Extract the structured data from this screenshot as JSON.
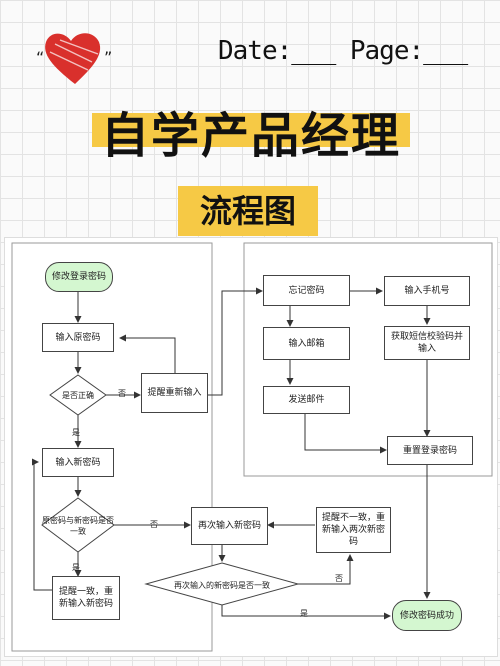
{
  "header": {
    "date_page": "Date:___ Page:___",
    "title": "自学产品经理",
    "subtitle": "流程图",
    "heart_quote_left": "“",
    "heart_quote_right": "”"
  },
  "flow": {
    "start": "修改登录密码",
    "input_old": "输入原密码",
    "is_correct": "是否正确",
    "remind_retry": "提醒重新输入",
    "forgot": "忘记密码",
    "input_phone": "输入手机号",
    "input_email": "输入邮箱",
    "get_sms": "获取短信校验码并输入",
    "send_mail": "发送邮件",
    "reset_login": "重置登录密码",
    "input_new": "输入新密码",
    "same_check": "原密码与新密码是否一致",
    "input_twice": "再次输入新密码",
    "remind_mismatch": "提醒不一致，重新输入两次新密码",
    "twice_check": "再次输入的新密码是否一致",
    "remind_same": "提醒一致，重新输入新密码",
    "success": "修改密码成功",
    "yes": "是",
    "no": "否"
  }
}
